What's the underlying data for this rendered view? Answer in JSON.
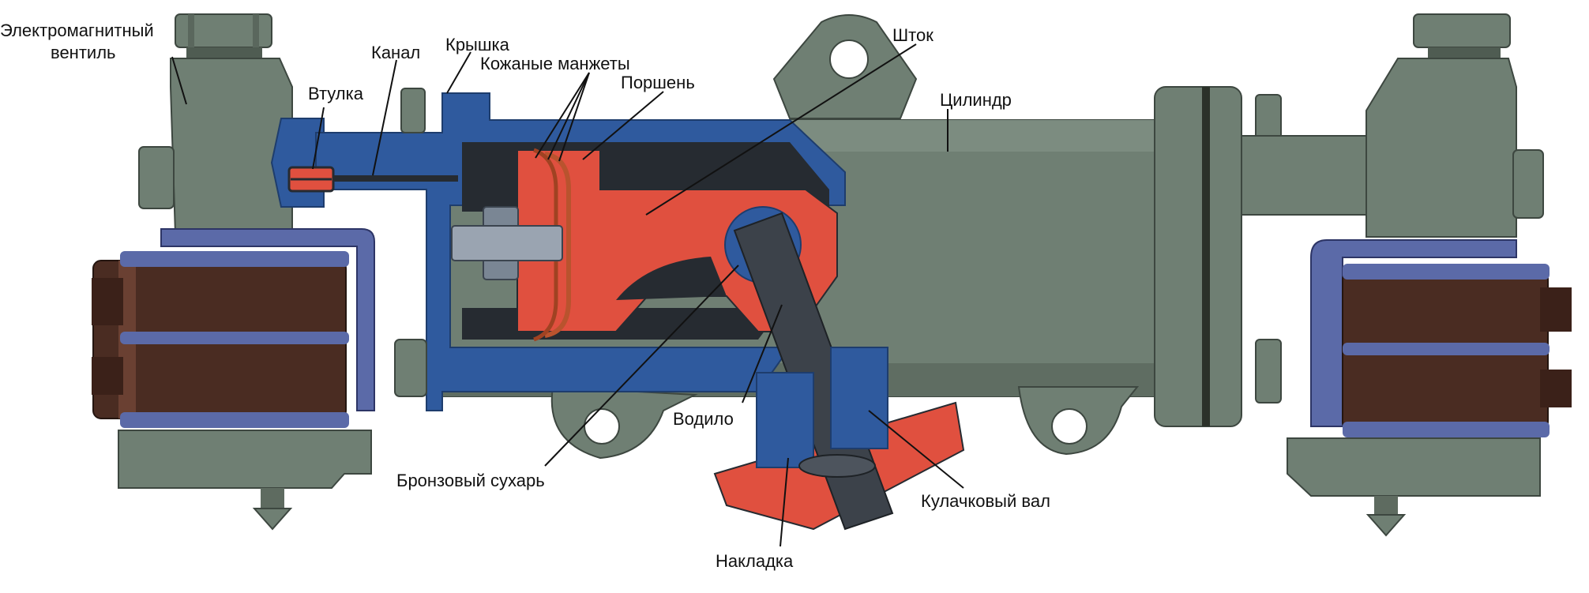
{
  "labels": {
    "valve_l1": "Электромагнитный",
    "valve_l2": "вентиль",
    "bushing": "Втулка",
    "channel": "Канал",
    "cover": "Крышка",
    "cups": "Кожаные манжеты",
    "piston": "Поршень",
    "rod": "Шток",
    "cylinder": "Цилиндр",
    "carrier": "Водило",
    "shoe": "Бронзовый сухарь",
    "camshaft": "Кулачковый вал",
    "pad": "Накладка"
  },
  "colors": {
    "body_green": "#6f7f73",
    "body_shadow": "#4f5c52",
    "section_blue": "#2f5a9e",
    "piston_red": "#e0503f",
    "dark": "#262b31",
    "coil_brown": "#4a2c22",
    "frame_blue": "#5b6aa8"
  }
}
